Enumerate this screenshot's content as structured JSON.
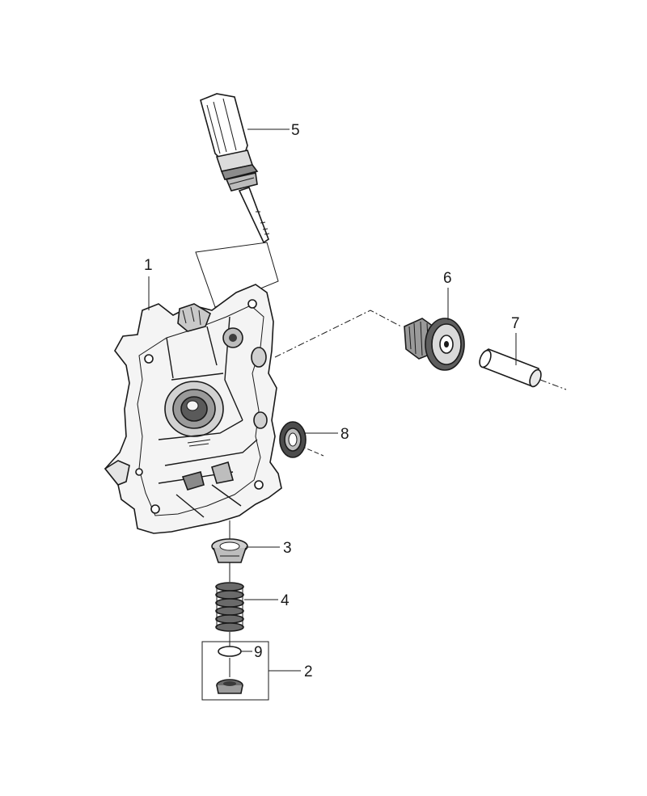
{
  "diagram": {
    "callouts": [
      {
        "id": "1",
        "label": "1"
      },
      {
        "id": "2",
        "label": "2"
      },
      {
        "id": "3",
        "label": "3"
      },
      {
        "id": "4",
        "label": "4"
      },
      {
        "id": "5",
        "label": "5"
      },
      {
        "id": "6",
        "label": "6"
      },
      {
        "id": "7",
        "label": "7"
      },
      {
        "id": "8",
        "label": "8"
      },
      {
        "id": "9",
        "label": "9"
      }
    ],
    "colors": {
      "line": "#1a1a1a",
      "housing_fill": "#f4f4f4",
      "shade_dark": "#555555",
      "shade_mid": "#9a9a9a",
      "background": "#ffffff"
    }
  }
}
